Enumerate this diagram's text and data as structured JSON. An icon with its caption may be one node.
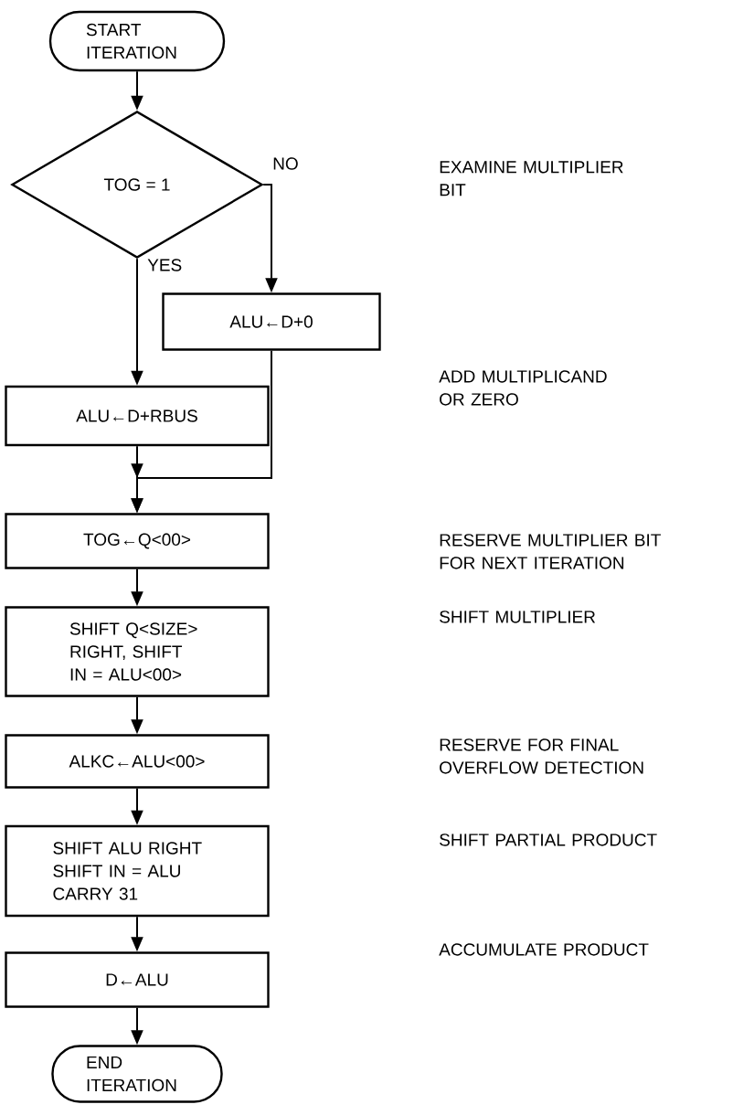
{
  "diagram": {
    "nodes": [
      {
        "text": [
          "START ITERATION"
        ]
      },
      {
        "text": [
          "TOG = 1"
        ]
      },
      {
        "text": [
          "ALU←D+0"
        ]
      },
      {
        "text": [
          "ALU←D+RBUS"
        ]
      },
      {
        "text": [
          "TOG←Q<00>"
        ]
      },
      {
        "text": [
          "SHIFT Q<SIZE> RIGHT, SHIFT IN = ALU<00>"
        ]
      },
      {
        "text": [
          "ALKC←ALU<00>"
        ]
      },
      {
        "text": [
          "SHIFT ALU RIGHT SHIFT IN = ALU CARRY 31"
        ]
      },
      {
        "text": [
          "D←ALU"
        ]
      },
      {
        "text": [
          "END ITERATION"
        ]
      }
    ],
    "edges": [
      {
        "from": 0,
        "to": 1,
        "arrow": "to"
      },
      {
        "from": 1,
        "to": 2,
        "arrow": "to",
        "label": "NO"
      },
      {
        "from": 1,
        "to": 3,
        "arrow": "to",
        "label": "YES"
      },
      {
        "from": 3,
        "to": 4,
        "arrow": "to"
      },
      {
        "from": 2,
        "to": 4,
        "arrow": "to"
      },
      {
        "from": 4,
        "to": 5,
        "arrow": "to"
      },
      {
        "from": 5,
        "to": 6,
        "arrow": "to"
      },
      {
        "from": 6,
        "to": 7,
        "arrow": "to"
      },
      {
        "from": 7,
        "to": 8,
        "arrow": "to"
      },
      {
        "from": 8,
        "to": 9,
        "arrow": "to"
      }
    ],
    "labels": [
      "EXAMINE MULTIPLIER BIT",
      "ADD MULTIPLICAND OR ZERO",
      "RESERVE MULTIPLIER BIT FOR NEXT ITERATION",
      "SHIFT MULTIPLIER",
      "RESERVE FOR FINAL OVERFLOW DETECTION",
      "SHIFT PARTIAL PRODUCT",
      "ACCUMULATE PRODUCT"
    ]
  }
}
